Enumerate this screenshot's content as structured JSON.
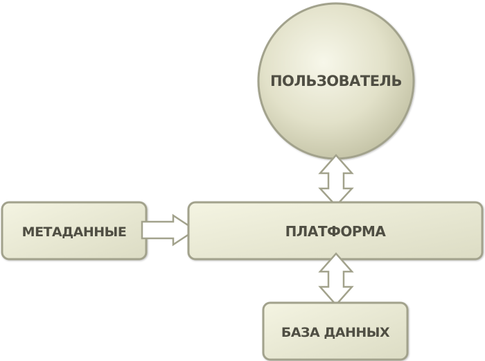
{
  "nodes": {
    "user": {
      "label": "ПОЛЬЗОВАТЕЛЬ"
    },
    "metadata": {
      "label": "МЕТАДАННЫЕ"
    },
    "platform": {
      "label": "ПЛАТФОРМА"
    },
    "database": {
      "label": "БАЗА ДАННЫХ"
    }
  },
  "colors": {
    "node_fill_light": "#f4f4e2",
    "node_fill_dark": "#dcdcc4",
    "node_stroke": "#a2a28c",
    "sphere_highlight": "#f7f7ea",
    "sphere_shadow": "#c4c3a6",
    "arrow_fill": "#ffffff",
    "arrow_stroke": "#a2a28c",
    "label": "#4f4e43"
  },
  "edges": [
    {
      "from": "user",
      "to": "platform",
      "type": "bidirectional"
    },
    {
      "from": "metadata",
      "to": "platform",
      "type": "directed"
    },
    {
      "from": "platform",
      "to": "database",
      "type": "bidirectional"
    }
  ]
}
